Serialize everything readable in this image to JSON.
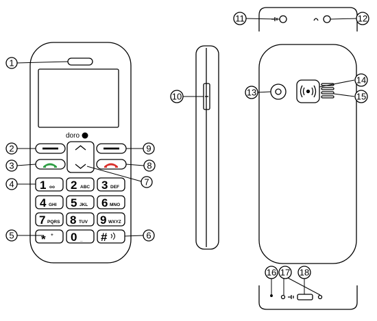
{
  "brand": {
    "name": "doro"
  },
  "callouts": [
    {
      "id": "1",
      "label": "1"
    },
    {
      "id": "2",
      "label": "2"
    },
    {
      "id": "3",
      "label": "3"
    },
    {
      "id": "4",
      "label": "4"
    },
    {
      "id": "5",
      "label": "5"
    },
    {
      "id": "6",
      "label": "6"
    },
    {
      "id": "7",
      "label": "7"
    },
    {
      "id": "8",
      "label": "8"
    },
    {
      "id": "9",
      "label": "9"
    },
    {
      "id": "10",
      "label": "10"
    },
    {
      "id": "11",
      "label": "11"
    },
    {
      "id": "12",
      "label": "12"
    },
    {
      "id": "13",
      "label": "13"
    },
    {
      "id": "14",
      "label": "14"
    },
    {
      "id": "15",
      "label": "15"
    },
    {
      "id": "16",
      "label": "16"
    },
    {
      "id": "17",
      "label": "17"
    },
    {
      "id": "18",
      "label": "18"
    }
  ],
  "keypad": [
    {
      "digit": "1",
      "sub": "oo"
    },
    {
      "digit": "2",
      "sub": "ABC"
    },
    {
      "digit": "3",
      "sub": "DEF"
    },
    {
      "digit": "4",
      "sub": "GHI"
    },
    {
      "digit": "5",
      "sub": "JKL"
    },
    {
      "digit": "6",
      "sub": "MNO"
    },
    {
      "digit": "7",
      "sub": "PQRS"
    },
    {
      "digit": "8",
      "sub": "TUV"
    },
    {
      "digit": "9",
      "sub": "WXYZ"
    },
    {
      "digit": "*",
      "sub": "+"
    },
    {
      "digit": "0",
      "sub": "_"
    },
    {
      "digit": "#",
      "sub": ""
    }
  ],
  "icons": {
    "call": "phone-green-icon",
    "end": "phone-red-icon",
    "call_color": "#2e9e44",
    "end_color": "#d9302b"
  }
}
